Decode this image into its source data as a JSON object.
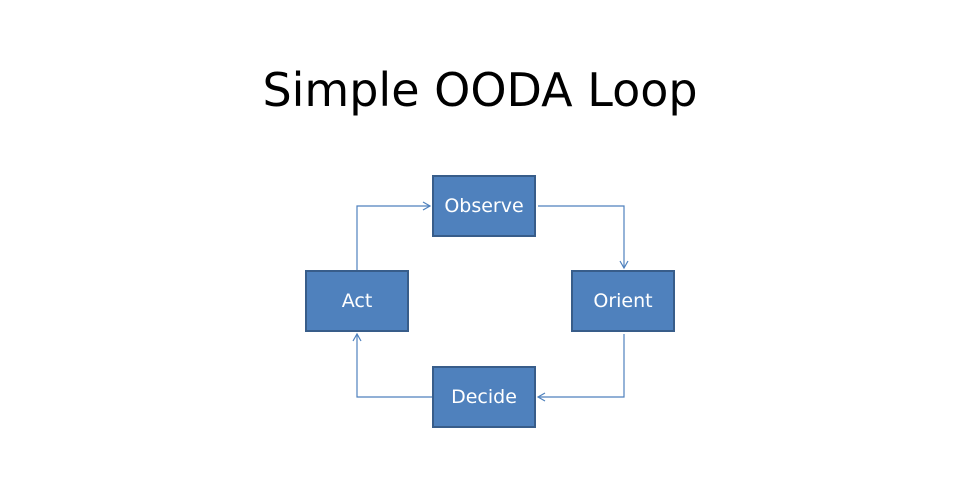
{
  "title": "Simple OODA Loop",
  "steps": {
    "observe": "Observe",
    "orient": "Orient",
    "decide": "Decide",
    "act": "Act"
  },
  "colors": {
    "box_fill": "#4f81bd",
    "box_border": "#385d8a",
    "connector": "#4f81bd",
    "title_text": "#000000",
    "box_text": "#ffffff"
  }
}
